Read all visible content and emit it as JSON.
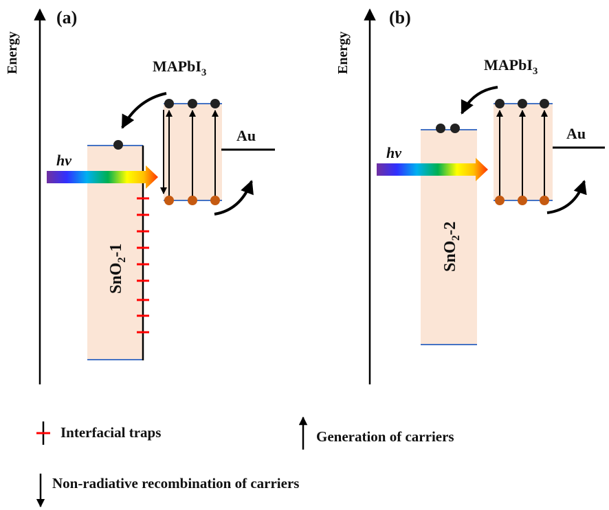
{
  "panels": [
    {
      "label": "(a)",
      "axis_label": "Energy",
      "perovskite_label": "MAPbI",
      "perovskite_subscript": "3",
      "metal_label": "Au",
      "light_label": "hv",
      "etl_label_main": "SnO",
      "etl_label_sub": "2",
      "etl_label_suffix": "-1",
      "interfacial_trap_count": 9
    },
    {
      "label": "(b)",
      "axis_label": "Energy",
      "perovskite_label": "MAPbI",
      "perovskite_subscript": "3",
      "metal_label": "Au",
      "light_label": "hv",
      "etl_label_main": "SnO",
      "etl_label_sub": "2",
      "etl_label_suffix": "-2",
      "interfacial_trap_count": 0
    }
  ],
  "legend": {
    "traps": "Interfacial traps",
    "generation": "Generation of carriers",
    "recombination": "Non-radiative recombination of carriers"
  },
  "colors": {
    "band_fill": "#fbe5d6",
    "band_edge": "#4472c4",
    "electron": "#222222",
    "hole": "#c55a11",
    "trap": "#ff0000"
  }
}
